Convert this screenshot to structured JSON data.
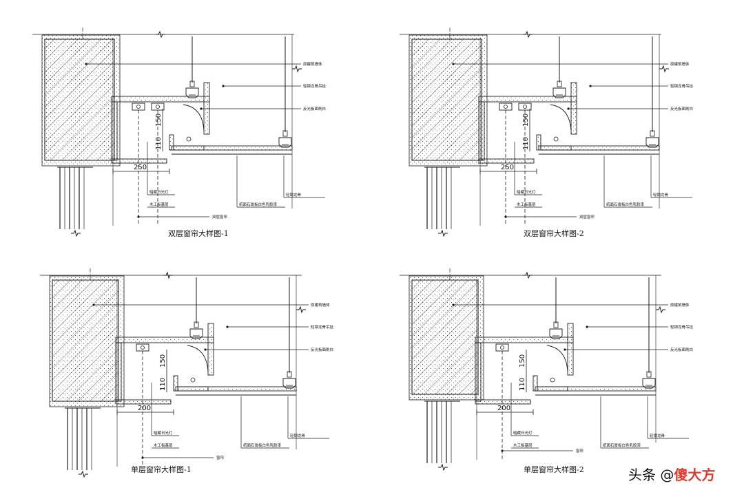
{
  "panels": [
    {
      "caption": "双层窗帘大样图-1",
      "dims": {
        "w": "250",
        "h1": "150",
        "h2": "110"
      },
      "labels": [
        "原建筑墙体",
        "轻钢龙骨吊挂",
        "反光板面刷白",
        "暗藏日光灯",
        "木工板基层",
        "纸面石膏板白色乳胶漆",
        "轻钢龙骨",
        "双层窗帘"
      ]
    },
    {
      "caption": "双层窗帘大样图-2",
      "dims": {
        "w": "250",
        "h1": "150",
        "h2": "110"
      },
      "labels": [
        "原建筑墙体",
        "轻钢龙骨吊挂",
        "反光板面刷白",
        "暗藏日光灯",
        "木工板基层",
        "纸面石膏板白色乳胶漆",
        "轻钢龙骨",
        "双层窗帘"
      ]
    },
    {
      "caption": "单层窗帘大样图-1",
      "dims": {
        "w": "200",
        "h1": "150",
        "h2": "110"
      },
      "labels": [
        "原建筑墙体",
        "轻钢龙骨吊挂",
        "反光板面刷白",
        "暗藏日光灯",
        "木工板基层",
        "纸面石膏板白色乳胶漆",
        "轻钢龙骨",
        "窗帘"
      ]
    },
    {
      "caption": "单层窗帘大样图-2",
      "dims": {
        "w": "200",
        "h1": "150",
        "h2": "110"
      },
      "labels": [
        "原建筑墙体",
        "轻钢龙骨吊挂",
        "反光板面刷白",
        "暗藏日光灯",
        "木工板基层",
        "纸面石膏板白色乳胶漆",
        "轻钢龙骨",
        "窗帘"
      ]
    }
  ],
  "watermark": {
    "prefix": "头条 @",
    "name": "傻大方"
  },
  "colors": {
    "line": "#1a1a1a",
    "accent": "#e03a2f"
  }
}
